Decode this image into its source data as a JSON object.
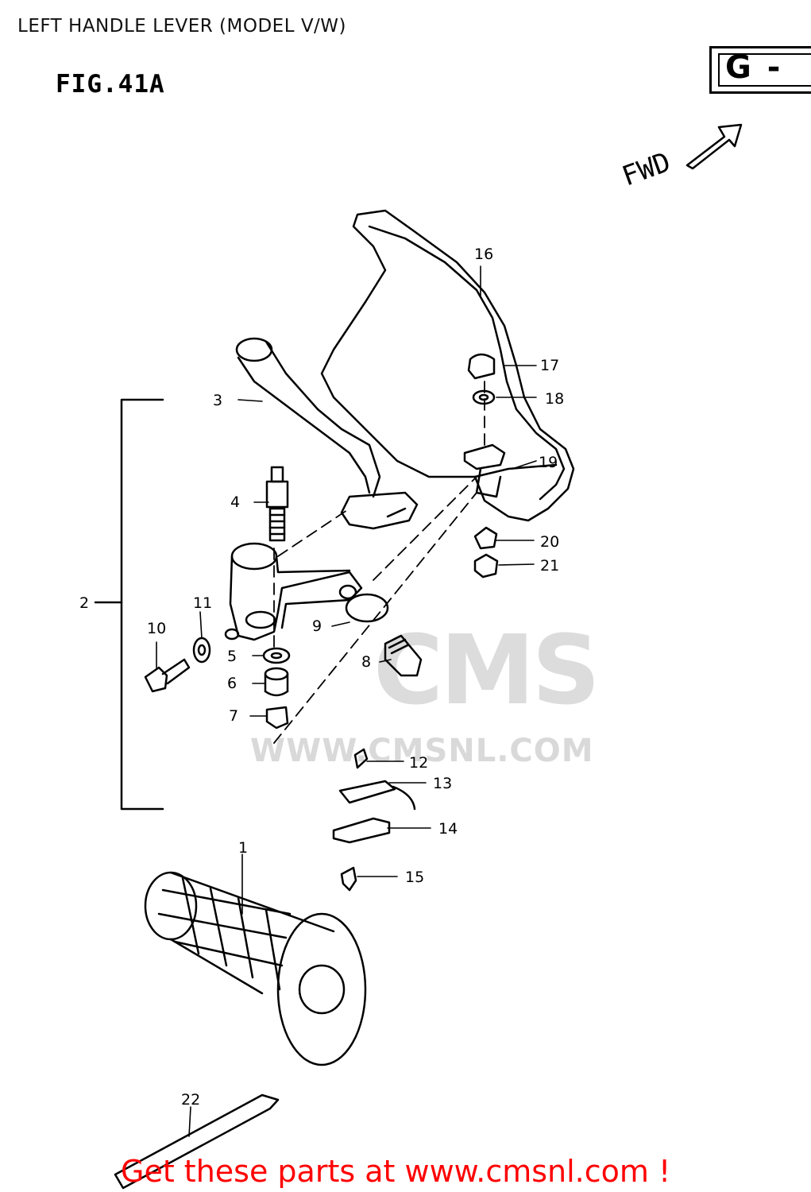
{
  "page_title": "LEFT HANDLE LEVER (MODEL V/W)",
  "figure_label": "FIG.41A",
  "section_code": "G -",
  "direction_label": "FWD",
  "watermark": {
    "logo": "CMS",
    "url": "WWW.CMSNL.COM"
  },
  "footer_link": "Get these parts at www.cmsnl.com !",
  "callouts": [
    "1",
    "2",
    "3",
    "4",
    "5",
    "6",
    "7",
    "8",
    "9",
    "10",
    "11",
    "12",
    "13",
    "14",
    "15",
    "16",
    "17",
    "18",
    "19",
    "20",
    "21",
    "22"
  ]
}
